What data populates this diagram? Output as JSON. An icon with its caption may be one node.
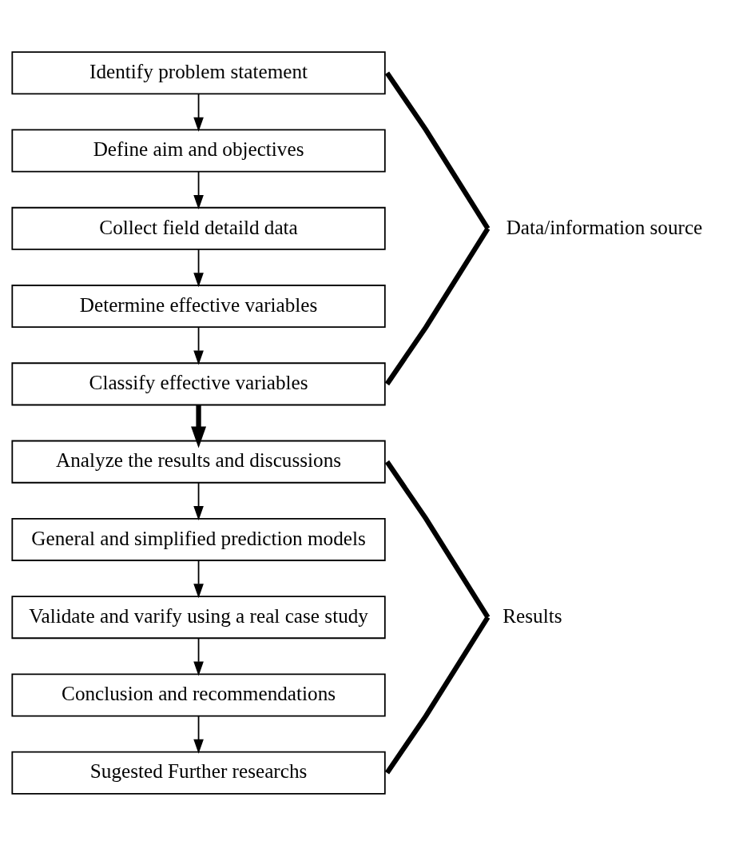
{
  "diagram": {
    "nodes": [
      {
        "text": [
          "Identify problem statement"
        ]
      },
      {
        "text": [
          "Define aim and objectives"
        ]
      },
      {
        "text": [
          "Collect field detaild data"
        ]
      },
      {
        "text": [
          "Determine effective variables"
        ]
      },
      {
        "text": [
          "Classify effective variables"
        ]
      },
      {
        "text": [
          "Analyze the results and discussions"
        ]
      },
      {
        "text": [
          "General and simplified prediction models"
        ]
      },
      {
        "text": [
          "Validate and varify using a real case study"
        ]
      },
      {
        "text": [
          "Conclusion and recommendations"
        ]
      },
      {
        "text": [
          "Sugested Further researchs"
        ]
      },
      {
        "text": [
          "Data/information source"
        ]
      },
      {
        "text": [
          "Results"
        ]
      }
    ],
    "edges": [
      {
        "from": 0,
        "to": 1,
        "arrow": "to"
      },
      {
        "from": 1,
        "to": 2,
        "arrow": "to"
      },
      {
        "from": 2,
        "to": 3,
        "arrow": "to"
      },
      {
        "from": 3,
        "to": 4,
        "arrow": "to"
      },
      {
        "from": 4,
        "to": 5,
        "arrow": "to",
        "style": "thick"
      },
      {
        "from": 5,
        "to": 6,
        "arrow": "to"
      },
      {
        "from": 6,
        "to": 7,
        "arrow": "to"
      },
      {
        "from": 7,
        "to": 8,
        "arrow": "to"
      },
      {
        "from": 8,
        "to": 9,
        "arrow": "to"
      },
      {
        "from": 0,
        "to": 10,
        "arrow": "none",
        "style": "thick"
      },
      {
        "from": 4,
        "to": 10,
        "arrow": "none",
        "style": "thick"
      },
      {
        "from": 5,
        "to": 11,
        "arrow": "none",
        "style": "thick"
      },
      {
        "from": 9,
        "to": 11,
        "arrow": "none",
        "style": "thick"
      }
    ]
  }
}
